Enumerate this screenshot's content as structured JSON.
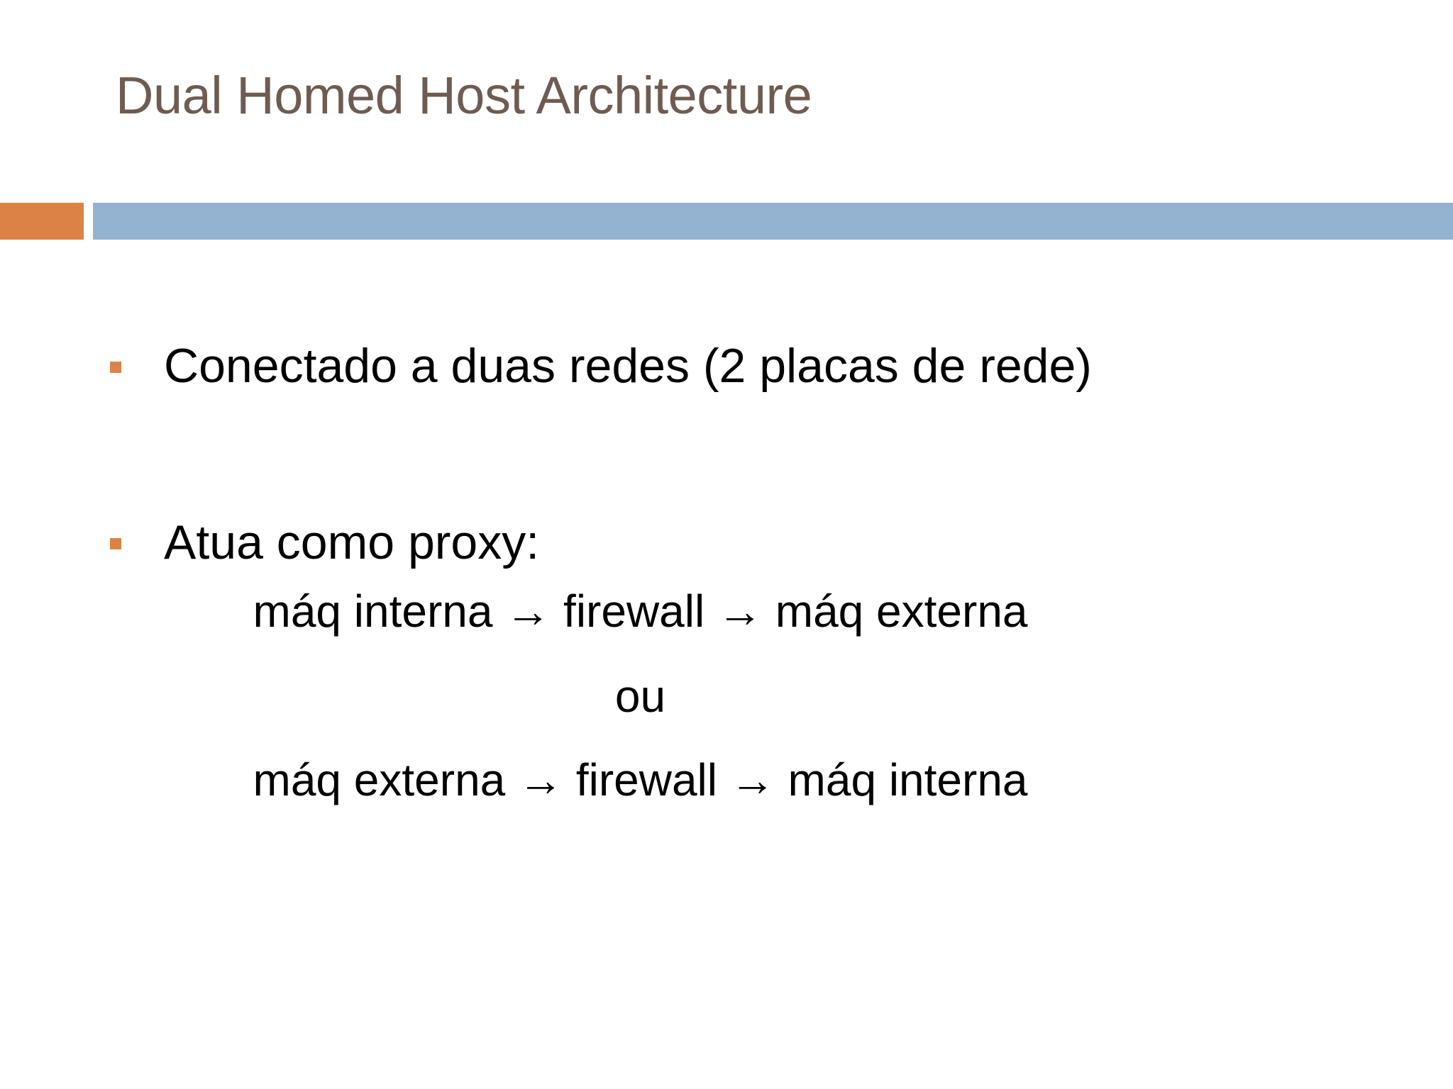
{
  "slide": {
    "title": "Dual Homed Host Architecture",
    "title_color": "#6E5C52",
    "background_color": "#FFFFFF",
    "body_text_color": "#000000"
  },
  "divider": {
    "accent_color": "#DD8247",
    "main_color": "#94B3D1"
  },
  "content": {
    "bullets": [
      {
        "marker": "square-bullet",
        "text": "Conectado a duas redes (2 placas de rede)"
      },
      {
        "marker": "square-bullet",
        "text": "Atua como proxy:"
      }
    ],
    "sub_lines": [
      "máq interna → firewall → máq externa",
      "ou",
      "máq externa → firewall → máq interna"
    ]
  }
}
